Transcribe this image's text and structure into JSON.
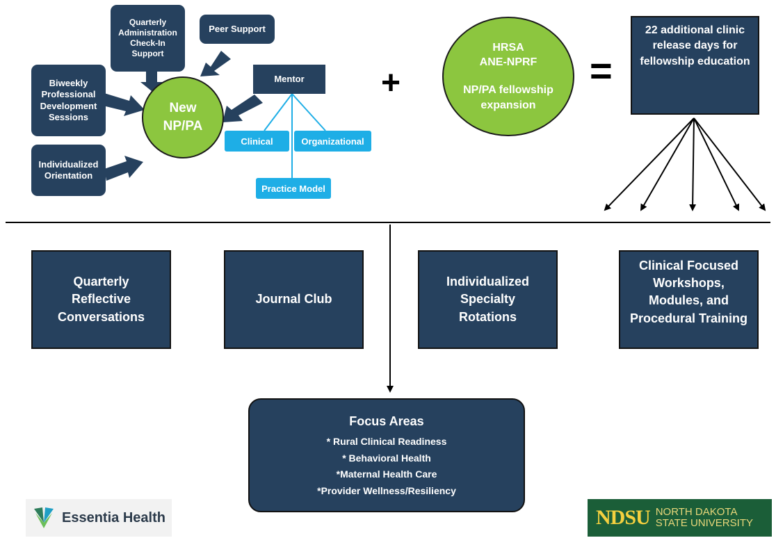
{
  "left_cluster": {
    "quarterly_admin": "Quarterly\nAdministration\nCheck-In\nSupport",
    "peer_support": "Peer Support",
    "biweekly": "Biweekly\nProfessional\nDevelopment\nSessions",
    "individualized_orientation": "Individualized\nOrientation",
    "new_np_pa": "New\nNP/PA",
    "mentor": "Mentor",
    "mentor_branches": [
      "Clinical",
      "Organizational",
      "Practice Model"
    ]
  },
  "plus_symbol": "+",
  "hrsa_circle": {
    "line1": "HRSA",
    "line2": "ANE-NPRF",
    "line3": "NP/PA fellowship",
    "line4": "expansion"
  },
  "equals_symbol": "=",
  "release_days_box": "22 additional clinic\nrelease days for\nfellowship education",
  "activities": [
    "Quarterly\nReflective\nConversations",
    "Journal Club",
    "Individualized\nSpecialty\nRotations",
    "Clinical Focused\nWorkshops,\nModules, and\nProcedural Training"
  ],
  "focus_areas": {
    "title": "Focus Areas",
    "items": [
      "* Rural Clinical Readiness",
      "* Behavioral Health",
      "*Maternal Health Care",
      "*Provider Wellness/Resiliency"
    ]
  },
  "logos": {
    "essentia": "Essentia Health",
    "ndsu_mark": "NDSU",
    "ndsu_line1": "NORTH DAKOTA",
    "ndsu_line2": "STATE UNIVERSITY",
    "ndsu_color": "#1b5e38",
    "essentia_colors": [
      "#2e7d5b",
      "#6bbf59",
      "#1f9fc4"
    ]
  },
  "colors": {
    "navy": "#26415e",
    "green": "#8cc63f",
    "cyan": "#1eaee6"
  }
}
